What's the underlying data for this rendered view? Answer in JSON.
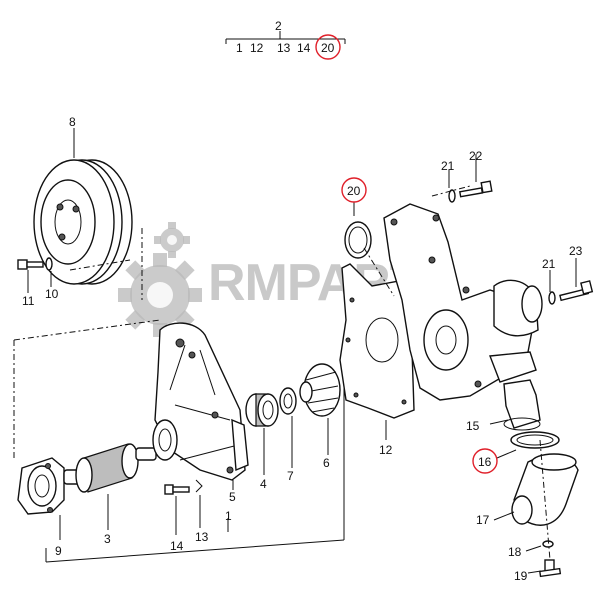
{
  "header_group": {
    "top": "2",
    "items": [
      "1",
      "12",
      "13",
      "14",
      "20"
    ],
    "highlighted": "20"
  },
  "callouts": {
    "c1": "1",
    "c2": "2",
    "c3": "3",
    "c4": "4",
    "c5": "5",
    "c6": "6",
    "c7": "7",
    "c8": "8",
    "c9": "9",
    "c10": "10",
    "c11": "11",
    "c12": "12",
    "c13": "13",
    "c14": "14",
    "c15": "15",
    "c16": "16",
    "c17": "17",
    "c18": "18",
    "c19": "19",
    "c20": "20",
    "c21a": "21",
    "c21b": "21",
    "c22": "22",
    "c23": "23"
  },
  "highlighted_callouts": [
    "20",
    "16"
  ],
  "watermark": {
    "text": "RMPARTS"
  },
  "colors": {
    "highlight": "#e0202a",
    "ink": "#111111",
    "watermark": "#b3b3b3"
  }
}
